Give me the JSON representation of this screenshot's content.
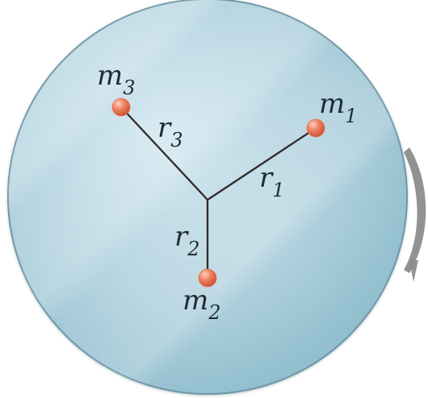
{
  "diagram": {
    "masses": [
      {
        "name": "m",
        "sub": "1"
      },
      {
        "name": "m",
        "sub": "2"
      },
      {
        "name": "m",
        "sub": "3"
      }
    ],
    "radii": [
      {
        "name": "r",
        "sub": "1"
      },
      {
        "name": "r",
        "sub": "2"
      },
      {
        "name": "r",
        "sub": "3"
      }
    ],
    "colors": {
      "disk": "#a9cad7",
      "disk_highlight": "#d9edf4",
      "rod": "#2f2a27",
      "mass": "#ea6f4f",
      "mass_highlight": "#ffc0a8",
      "rotation_arrow": "#8a8d89"
    }
  }
}
